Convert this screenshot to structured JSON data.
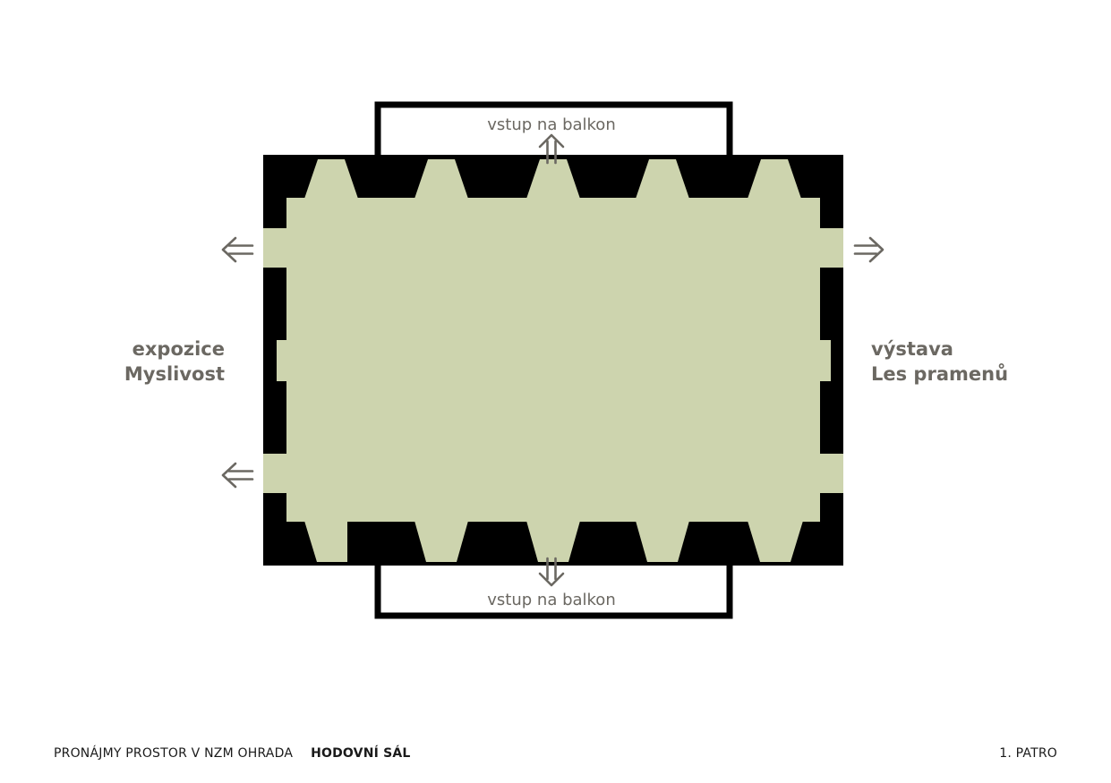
{
  "plan": {
    "balcony_top_label": "vstup na balkon",
    "balcony_bottom_label": "vstup na balkon",
    "left_label_line1": "expozice",
    "left_label_line2": "Myslivost",
    "right_label_line1": "výstava",
    "right_label_line2": "Les pramenů",
    "colors": {
      "floor": "#cdd4ae",
      "wall": "#000000",
      "arrow": "#6b6862",
      "text": "#6b6862"
    }
  },
  "footer": {
    "series": "PRONÁJMY PROSTOR V NZM OHRADA",
    "room": "HODOVNÍ SÁL",
    "floor": "1. PATRO"
  }
}
